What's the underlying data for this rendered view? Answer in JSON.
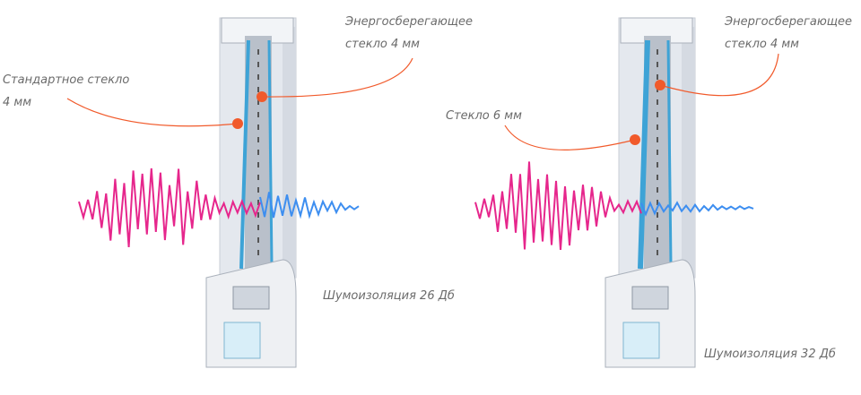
{
  "left_panel": {
    "energy_glass_label": [
      "Энергосберегающее",
      "стекло 4 мм"
    ],
    "standard_glass_label": [
      "Стандартное стекло",
      "4 мм"
    ],
    "noise_label": "Шумоизоляция 26 Дб",
    "noise_db": 26
  },
  "right_panel": {
    "energy_glass_label": [
      "Энергосберегающее",
      "стекло 4 мм"
    ],
    "glass_label": "Стекло 6 мм",
    "noise_label": "Шумоизоляция 32 Дб",
    "noise_db": 32
  },
  "colors": {
    "callout": "#f15a2b",
    "wave_in": "#e6268c",
    "wave_out": "#3d8ef0",
    "glass": "#3ea3d6",
    "frame": "#e4e8ee",
    "text": "#6b6b6b"
  }
}
